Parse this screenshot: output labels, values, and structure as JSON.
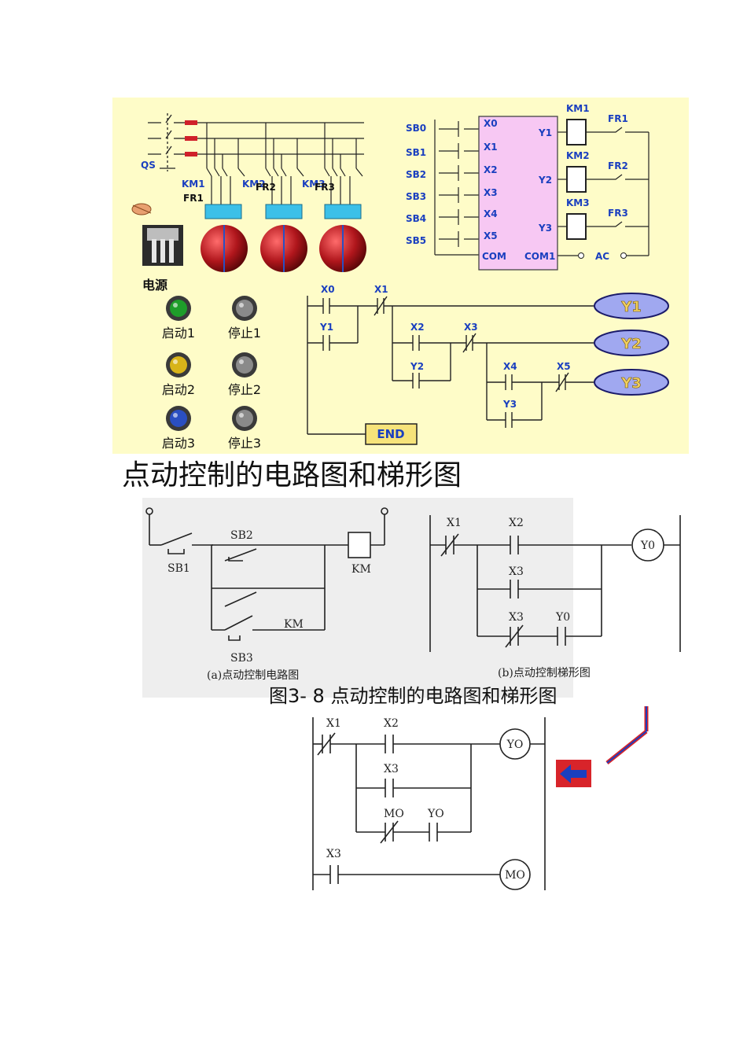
{
  "top_panel": {
    "qs_label": "QS",
    "power_label": "电源",
    "km_labels": [
      "KM1",
      "KM2",
      "KM3"
    ],
    "fr_labels": [
      "FR1",
      "FR2",
      "FR3"
    ],
    "buttons": [
      {
        "label": "启动1",
        "color": "#1e9e2a"
      },
      {
        "label": "停止1",
        "color": "#8a8a8a"
      },
      {
        "label": "启动2",
        "color": "#d8b41a"
      },
      {
        "label": "停止2",
        "color": "#8a8a8a"
      },
      {
        "label": "启动3",
        "color": "#2a4fc2"
      },
      {
        "label": "停止3",
        "color": "#8a8a8a"
      }
    ],
    "plc": {
      "sb_labels": [
        "SB0",
        "SB1",
        "SB2",
        "SB3",
        "SB4",
        "SB5"
      ],
      "inputs": [
        "X0",
        "X1",
        "X2",
        "X3",
        "X4",
        "X5",
        "COM"
      ],
      "outputs": [
        "Y1",
        "Y2",
        "Y3",
        "COM1"
      ],
      "coils": [
        "KM1",
        "KM2",
        "KM3"
      ],
      "relays": [
        "FR1",
        "FR2",
        "FR3"
      ],
      "ac_label": "AC"
    },
    "ladder": {
      "contacts": [
        "X0",
        "X1",
        "Y1",
        "X2",
        "X3",
        "Y2",
        "X4",
        "X5",
        "Y3"
      ],
      "outputs": [
        "Y1",
        "Y2",
        "Y3"
      ],
      "end_label": "END"
    },
    "colors": {
      "background": "#fefcc8",
      "wire_blue": "#1a3fbf",
      "coil_fill": "#a0a8f0",
      "plc_fill": "#f7c8f3",
      "motor_red": "#b0161c"
    }
  },
  "heading": "点动控制的电路图和梯形图",
  "middle": {
    "circuit": {
      "sb1": "SB1",
      "sb2": "SB2",
      "sb3": "SB3",
      "km_coil": "KM",
      "km_contact": "KM",
      "caption": "(a)点动控制电路图"
    },
    "ladder": {
      "x1": "X1",
      "x2": "X2",
      "x3a": "X3",
      "x3b": "X3",
      "y0_contact": "Y0",
      "y0_coil": "Y0",
      "caption": "(b)点动控制梯形图"
    }
  },
  "caption": "图3- 8 点动控制的电路图和梯形图",
  "bottom_ladder": {
    "x1": "X1",
    "x2": "X2",
    "x3a": "X3",
    "m0_contact": "MO",
    "y0_contact": "YO",
    "x3b": "X3",
    "y0_coil": "YO",
    "m0_coil": "MO"
  }
}
